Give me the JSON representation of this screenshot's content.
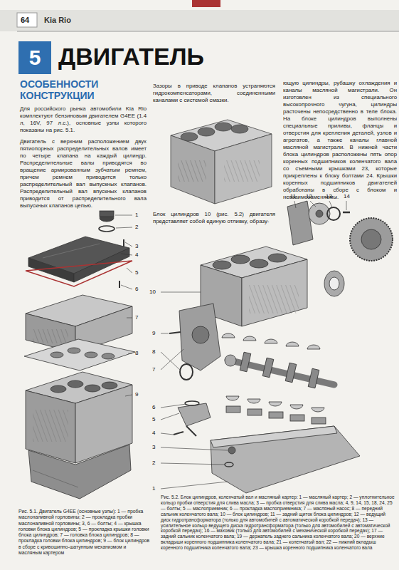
{
  "diagram": {
    "title": "ДВИГАТЕЛЬ",
    "nodes": [
      {
        "text": [
          "5"
        ]
      }
    ],
    "labels": [
      "64",
      "Kia Rio",
      "ОСОБЕННОСТИ КОНСТРУКЦИИ",
      "Для российского рынка автомобили Kia Rio комплектуют бензиновым двигателем G4EE (1.4 л, 16V, 97 л.с.), основные узлы которого показаны на рис. 5.1.",
      "Двигатель с верхним расположением двух пятиопорных распределительных валов имеет по четыре клапана на каждый цилиндр. Распределительные валы приводятся во вращение армированным зубчатым ремнем, причем ремнем приводится только распределительный вал выпускных клапанов. Распределительный вал впускных клапанов приводится от распределительного вала выпускных клапанов цепью.",
      "Зазоры в приводе клапанов устраняются гидрокомпенсаторами, соединенными каналами с системой смазки.",
      "Блок цилиндров 10 (рис. 5.2) двигателя представляет собой единую отливку, образу-",
      "ющую цилиндры, рубашку охлаждения и каналы масляной магистрали. Он изготовлен из специального высокопрочного чугуна, цилиндры расточены непосредственно в теле блока. На блоке цилиндров выполнены специальные приливы, фланцы и отверстия для крепления деталей, узлов и агрегатов, а также каналы главной масляной магистрали. В нижней части блока цилиндров расположены пять опор коренных подшипников коленчатого вала со съемными крышками 23, которые прикреплены к блоку болтами 24. Крышки коренных подшипников двигателей обработаны в сборе с блоком и невзаимозаменяемы.",
      "1",
      "2",
      "3",
      "4",
      "5",
      "6",
      "7",
      "8",
      "9",
      "10",
      "9",
      "8",
      "7",
      "6",
      "5",
      "4",
      "3",
      "2",
      "1",
      "11",
      "12",
      "13",
      "14",
      "Рис. 5.1. Двигатель G4EE (основные узлы): 1 — пробка маслоналивной горловины; 2 — прокладка пробки маслоналивной горловины; 3, 6 — болты; 4 — крышка головки блока цилиндров; 5 — прокладка крышки головки блока цилиндров; 7 — головка блока цилиндров; 8 — прокладка головки блока цилиндров; 9 — блок цилиндров в сборе с кривошипно-шатунным механизмом и масляным картером",
      "Рис. 5.2. Блок цилиндров, коленчатый вал и масляный картер: 1 — масляный картер; 2 — уплотнительное кольцо пробки отверстия для слива масла; 3 — пробка отверстия для слива масла; 4, 9, 14, 15, 18, 24, 25 — болты; 5 — маслоприемник; 6 — прокладка маслоприемника; 7 — масляный насос; 8 — передний сальник коленчатого вала; 10 — блок цилиндров; 11 — задний щиток блока цилиндров; 12 — ведущий диск гидротрансформатора (только для автомобилей с автоматической коробкой передач); 13 — усилительное кольцо ведущего диска гидротрансформатора (только для автомобилей с автоматической коробкой передач); 16 — маховик (только для автомобилей с механической коробкой передач); 17 — задний сальник коленчатого вала; 19 — держатель заднего сальника коленчатого вала; 20 — верхние вкладыши коренного подшипника коленчатого вала; 21 — коленчатый вал; 22 — нижний вкладыш коренного подшипника коленчатого вала; 23 — крышка коренного подшипника коленчатого вала"
    ]
  }
}
